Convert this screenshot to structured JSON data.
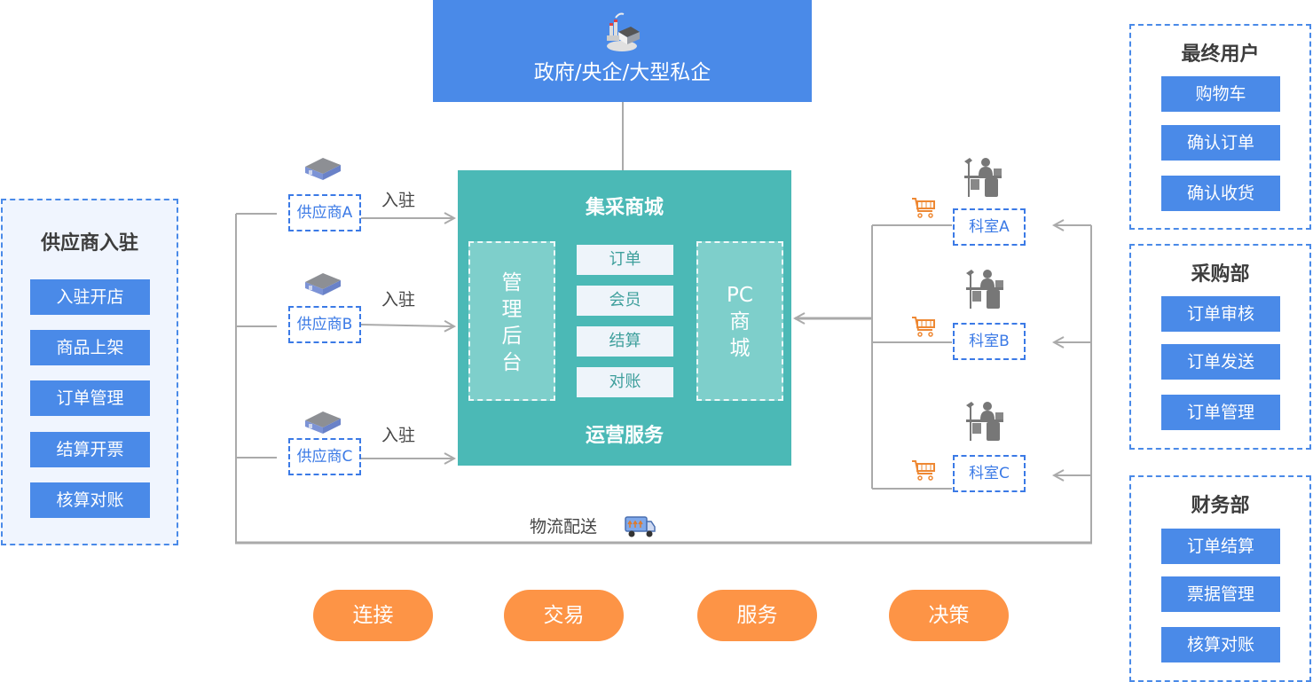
{
  "top": {
    "title": "政府/央企/大型私企",
    "icon": "factory-icon"
  },
  "supplier_panel": {
    "title": "供应商入驻",
    "items": [
      "入驻开店",
      "商品上架",
      "订单管理",
      "结算开票",
      "核算对账"
    ]
  },
  "suppliers": [
    {
      "label": "供应商A",
      "action": "入驻"
    },
    {
      "label": "供应商B",
      "action": "入驻"
    },
    {
      "label": "供应商C",
      "action": "入驻"
    }
  ],
  "mall": {
    "title": "集采商城",
    "footer": "运营服务",
    "left_box": "管理后台",
    "right_box_line1": "PC",
    "right_box_line2": "商城",
    "modules": [
      "订单",
      "会员",
      "结算",
      "对账"
    ],
    "left_box_chars": [
      "管",
      "理",
      "后",
      "台"
    ],
    "right_box_chars": [
      "商",
      "城"
    ]
  },
  "departments": [
    {
      "label": "科室A"
    },
    {
      "label": "科室B"
    },
    {
      "label": "科室C"
    }
  ],
  "right_panels": [
    {
      "title": "最终用户",
      "items": [
        "购物车",
        "确认订单",
        "确认收货"
      ]
    },
    {
      "title": "采购部",
      "items": [
        "订单审核",
        "订单发送",
        "订单管理"
      ]
    },
    {
      "title": "财务部",
      "items": [
        "订单结算",
        "票据管理",
        "核算对账"
      ]
    }
  ],
  "logistics": {
    "label": "物流配送",
    "icon": "truck-icon"
  },
  "pillars": [
    "连接",
    "交易",
    "服务",
    "决策"
  ],
  "colors": {
    "primary_blue": "#4a8ae8",
    "teal": "#4bb9b6",
    "teal_light": "#7ecfcb",
    "orange": "#fd9446",
    "line_gray": "#aaaaaa"
  }
}
